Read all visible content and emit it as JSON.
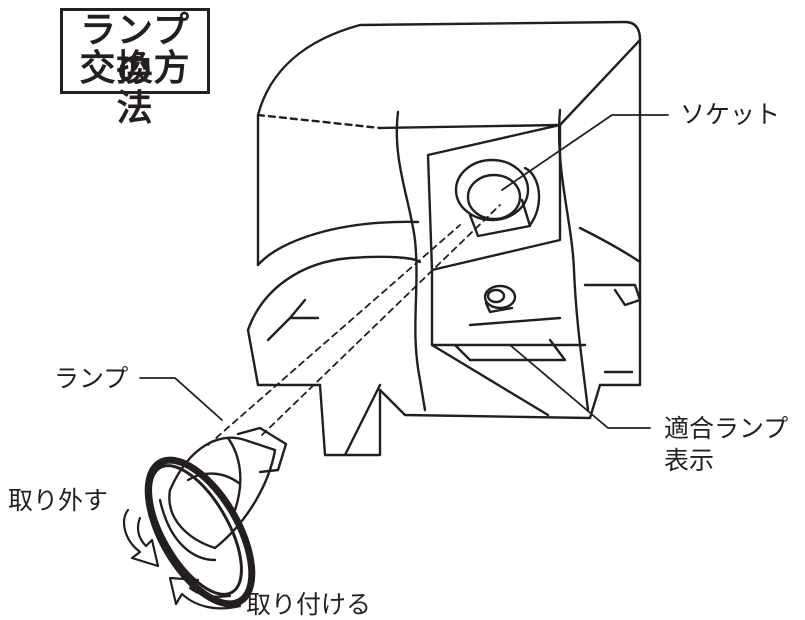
{
  "title": {
    "line1": "ランプの",
    "line2": "交換方法"
  },
  "labels": {
    "socket": "ソケット",
    "lamp": "ランプ",
    "compatible_lamp_line1": "適合ランプ",
    "compatible_lamp_line2": "表示",
    "remove": "取り外す",
    "attach": "取り付ける"
  },
  "colors": {
    "line": "#231f20",
    "background": "#ffffff"
  }
}
